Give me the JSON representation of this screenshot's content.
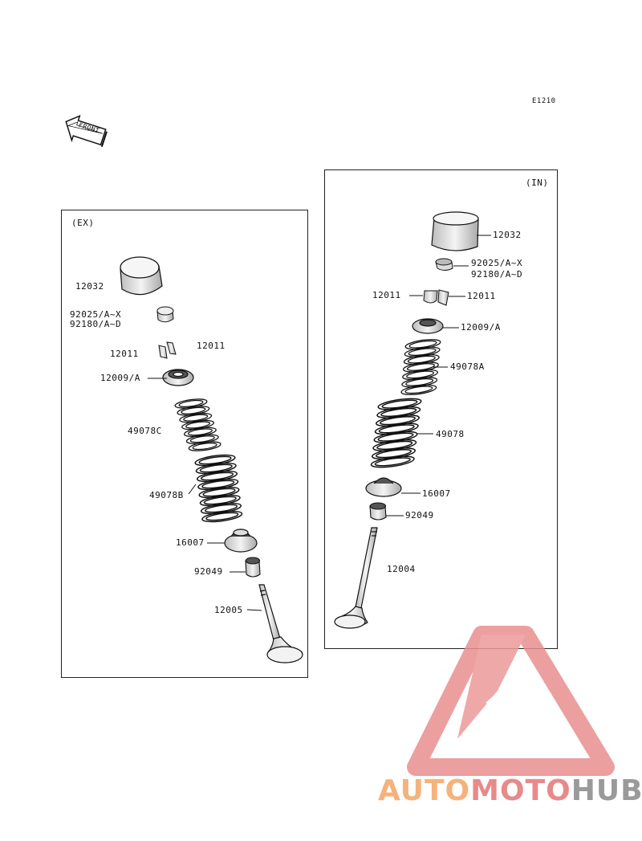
{
  "diagram_code": "E1210",
  "front_label": "FRONT",
  "panels": {
    "ex": {
      "tag": "(EX)"
    },
    "in": {
      "tag": "(IN)"
    }
  },
  "ex_parts": {
    "tappet": "12032",
    "shim_a": "92025/A~X",
    "shim_b": "92180/A~D",
    "cotter_left": "12011",
    "cotter_right": "12011",
    "retainer": "12009/A",
    "inner_spring": "49078C",
    "outer_spring": "49078B",
    "spring_seat": "16007",
    "stem_seal": "92049",
    "valve": "12005"
  },
  "in_parts": {
    "tappet": "12032",
    "shim_a": "92025/A~X",
    "shim_b": "92180/A~D",
    "cotter_left": "12011",
    "cotter_right": "12011",
    "retainer": "12009/A",
    "inner_spring": "49078A",
    "outer_spring": "49078",
    "spring_seat": "16007",
    "stem_seal": "92049",
    "valve": "12004"
  },
  "watermark": {
    "part1": "AUTO",
    "part2": "MOTO",
    "part3": "HUB",
    "color_orange": "#f5b27a",
    "color_red": "#e88a8a",
    "color_gray": "#9a9a9a"
  }
}
